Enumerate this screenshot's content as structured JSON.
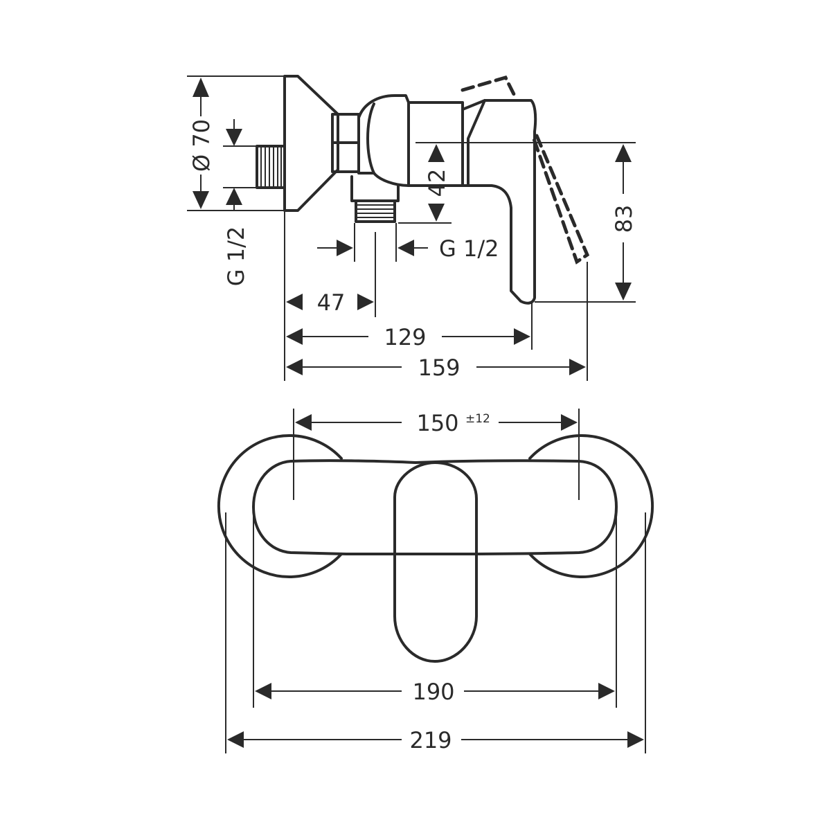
{
  "side_view": {
    "dims": {
      "dia_70": "Ø 70",
      "thread_left": "G 1/2",
      "thread_bottom": "G 1/2",
      "d42": "42",
      "d83": "83",
      "d47": "47",
      "d129": "129",
      "d159": "159"
    }
  },
  "top_view": {
    "dims": {
      "d150": "150",
      "d150_tol": "±12",
      "d190": "190",
      "d219": "219"
    }
  }
}
